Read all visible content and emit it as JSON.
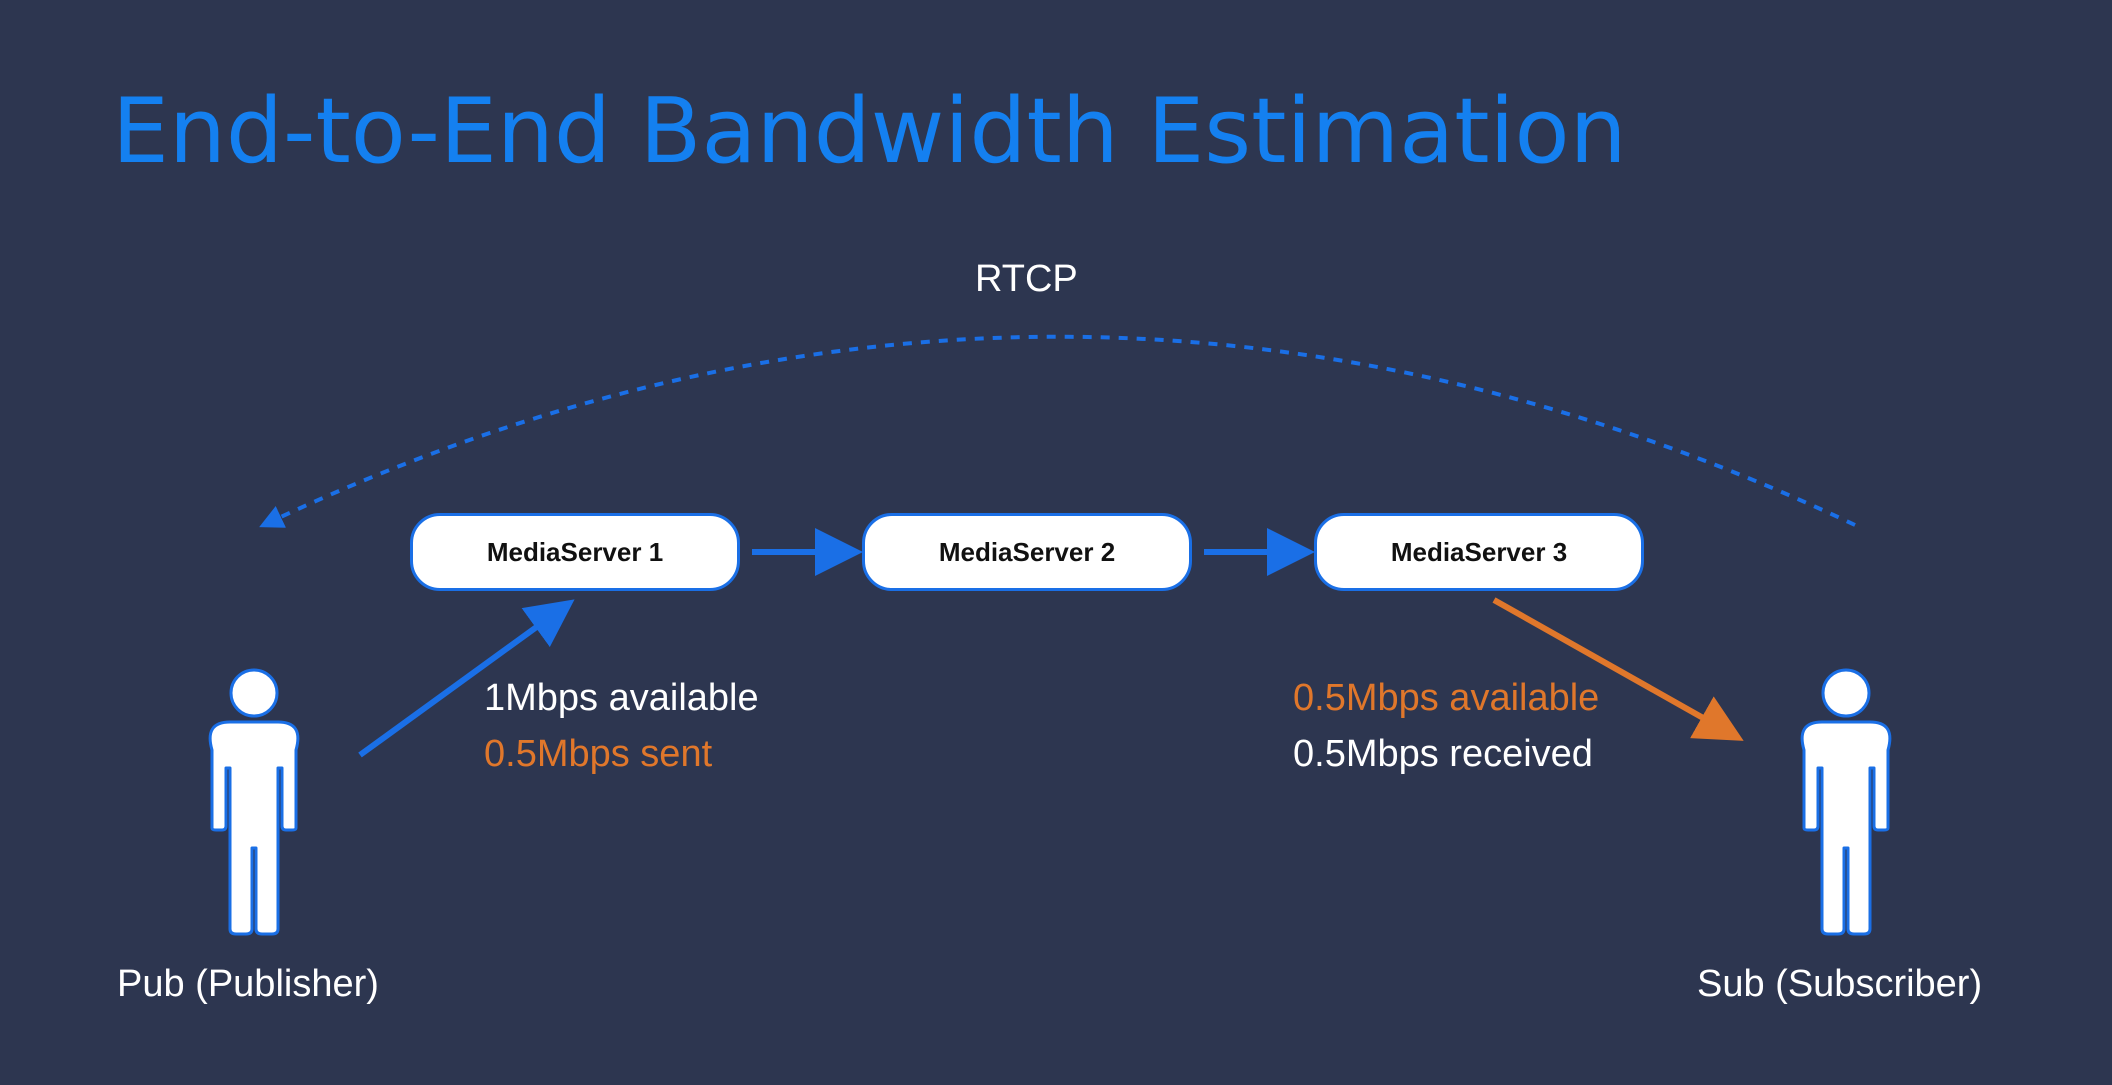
{
  "title": "End-to-End Bandwidth Estimation",
  "rtcp_label": "RTCP",
  "servers": [
    {
      "name": "MediaServer 1"
    },
    {
      "name": "MediaServer 2"
    },
    {
      "name": "MediaServer 3"
    }
  ],
  "publisher": {
    "label": "Pub (Publisher)",
    "available": "1Mbps available",
    "sent": "0.5Mbps sent"
  },
  "subscriber": {
    "label": "Sub (Subscriber)",
    "available": "0.5Mbps available",
    "received": "0.5Mbps received"
  },
  "colors": {
    "background": "#2d3650",
    "accent_blue": "#1480f0",
    "arrow_blue": "#1a6fe6",
    "highlight_orange": "#e0772b",
    "text_white": "#ffffff"
  },
  "icons": [
    "person-icon",
    "arrow-icon",
    "dotted-arc-arrow"
  ]
}
